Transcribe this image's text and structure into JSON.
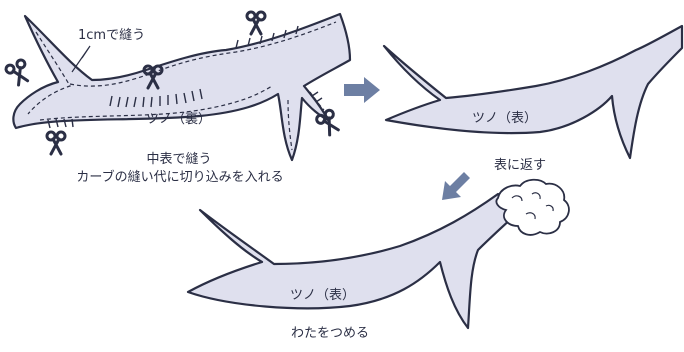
{
  "steps": [
    {
      "shape_label": "ツノ（裏）",
      "caption_lines": [
        "中表で縫う",
        "カーブの縫い代に切り込みを入れる"
      ],
      "annotation": "1cmで縫う"
    },
    {
      "shape_label": "ツノ（表）",
      "caption": "表に返す"
    },
    {
      "shape_label": "ツノ（表）",
      "caption": "わたをつめる"
    }
  ],
  "colors": {
    "fill": "#dfe0ee",
    "stroke": "#2b2f45",
    "arrow": "#6d7fa3",
    "stuffing": "#ffffff"
  },
  "icons": [
    "scissors-icon",
    "arrow-right-icon",
    "arrow-down-left-icon",
    "stuffing-cloud-icon"
  ]
}
